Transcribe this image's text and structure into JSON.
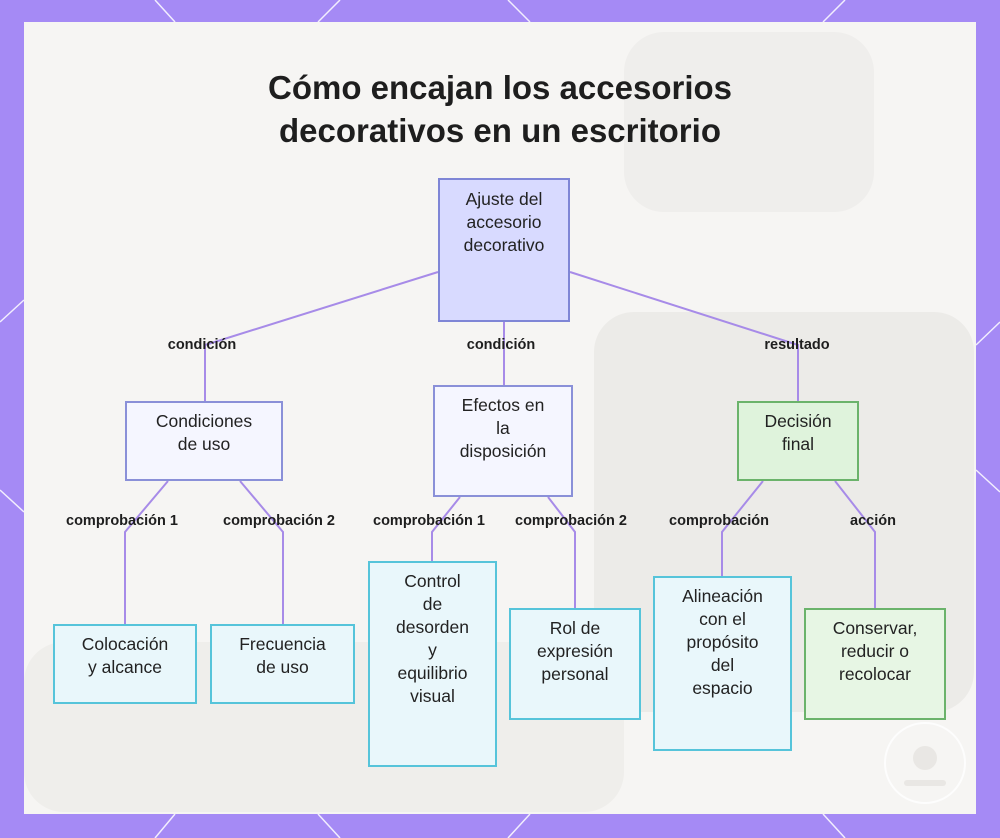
{
  "title": {
    "line1": "Cómo encajan los accesorios",
    "line2": "decorativos en un escritorio"
  },
  "nodes": {
    "root": "Ajuste del\naccesorio\ndecorativo",
    "conditions": "Condiciones\nde uso",
    "effects": "Efectos en\nla\ndisposición",
    "decision": "Decisión\nfinal",
    "placement": "Colocación\ny alcance",
    "frequency": "Frecuencia\nde uso",
    "clutter": "Control\nde\ndesorden\ny\nequilibrio\nvisual",
    "expression": "Rol de\nexpresión\npersonal",
    "alignment": "Alineación\ncon el\npropósito\ndel\nespacio",
    "keep": "Conservar,\nreducir o\nrecolocar"
  },
  "edge_labels": {
    "root_conditions": "condición",
    "root_effects": "condición",
    "root_decision": "resultado",
    "conditions_placement": "comprobación 1",
    "conditions_frequency": "comprobación 2",
    "effects_clutter": "comprobación 1",
    "effects_expression": "comprobación 2",
    "decision_alignment": "comprobación",
    "decision_keep": "acción"
  },
  "colors": {
    "frame": "#a58af5",
    "edge": "#a78be8",
    "root_fill": "#d8daff",
    "leaf_border": "#56c4da",
    "green_border": "#6bb36b"
  }
}
